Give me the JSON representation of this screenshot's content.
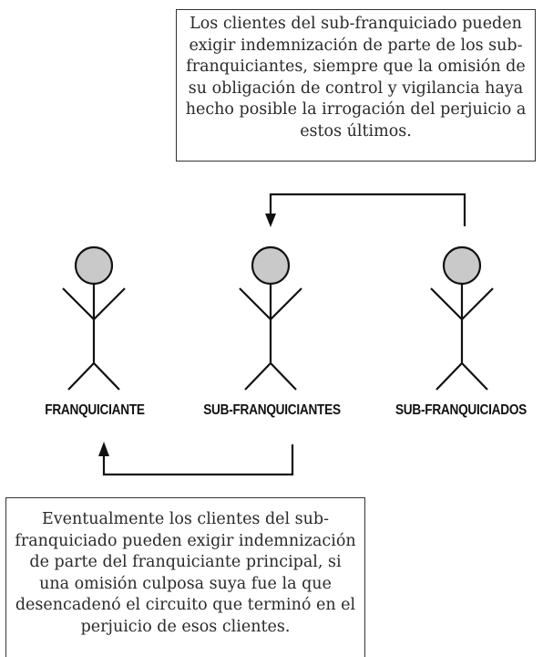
{
  "top_note": {
    "lines": [
      "Los clientes del sub-franquiciado pueden",
      "exigir indemnización de parte de los sub-",
      "franquiciantes, siempre que la omisión de",
      "su obligación de control y vigilancia haya",
      "hecho posible la irrogación del perjuicio a",
      "estos últimos."
    ]
  },
  "bottom_note": {
    "lines": [
      "Eventualmente los clientes del sub-",
      "franquiciado pueden exigir indemnización",
      "de parte del franquiciante principal, si",
      "una omisión culposa suya fue  la que",
      "desencadenó el circuito que terminó en el",
      "perjuicio de esos clientes."
    ]
  },
  "actors": [
    {
      "label": "FRANQUICIANTE"
    },
    {
      "label": "SUB-FRANQUICIANTES"
    },
    {
      "label": "SUB-FRANQUICIADOS"
    }
  ],
  "colors": {
    "head_fill": "#c9c9c9",
    "stroke": "#111111"
  }
}
